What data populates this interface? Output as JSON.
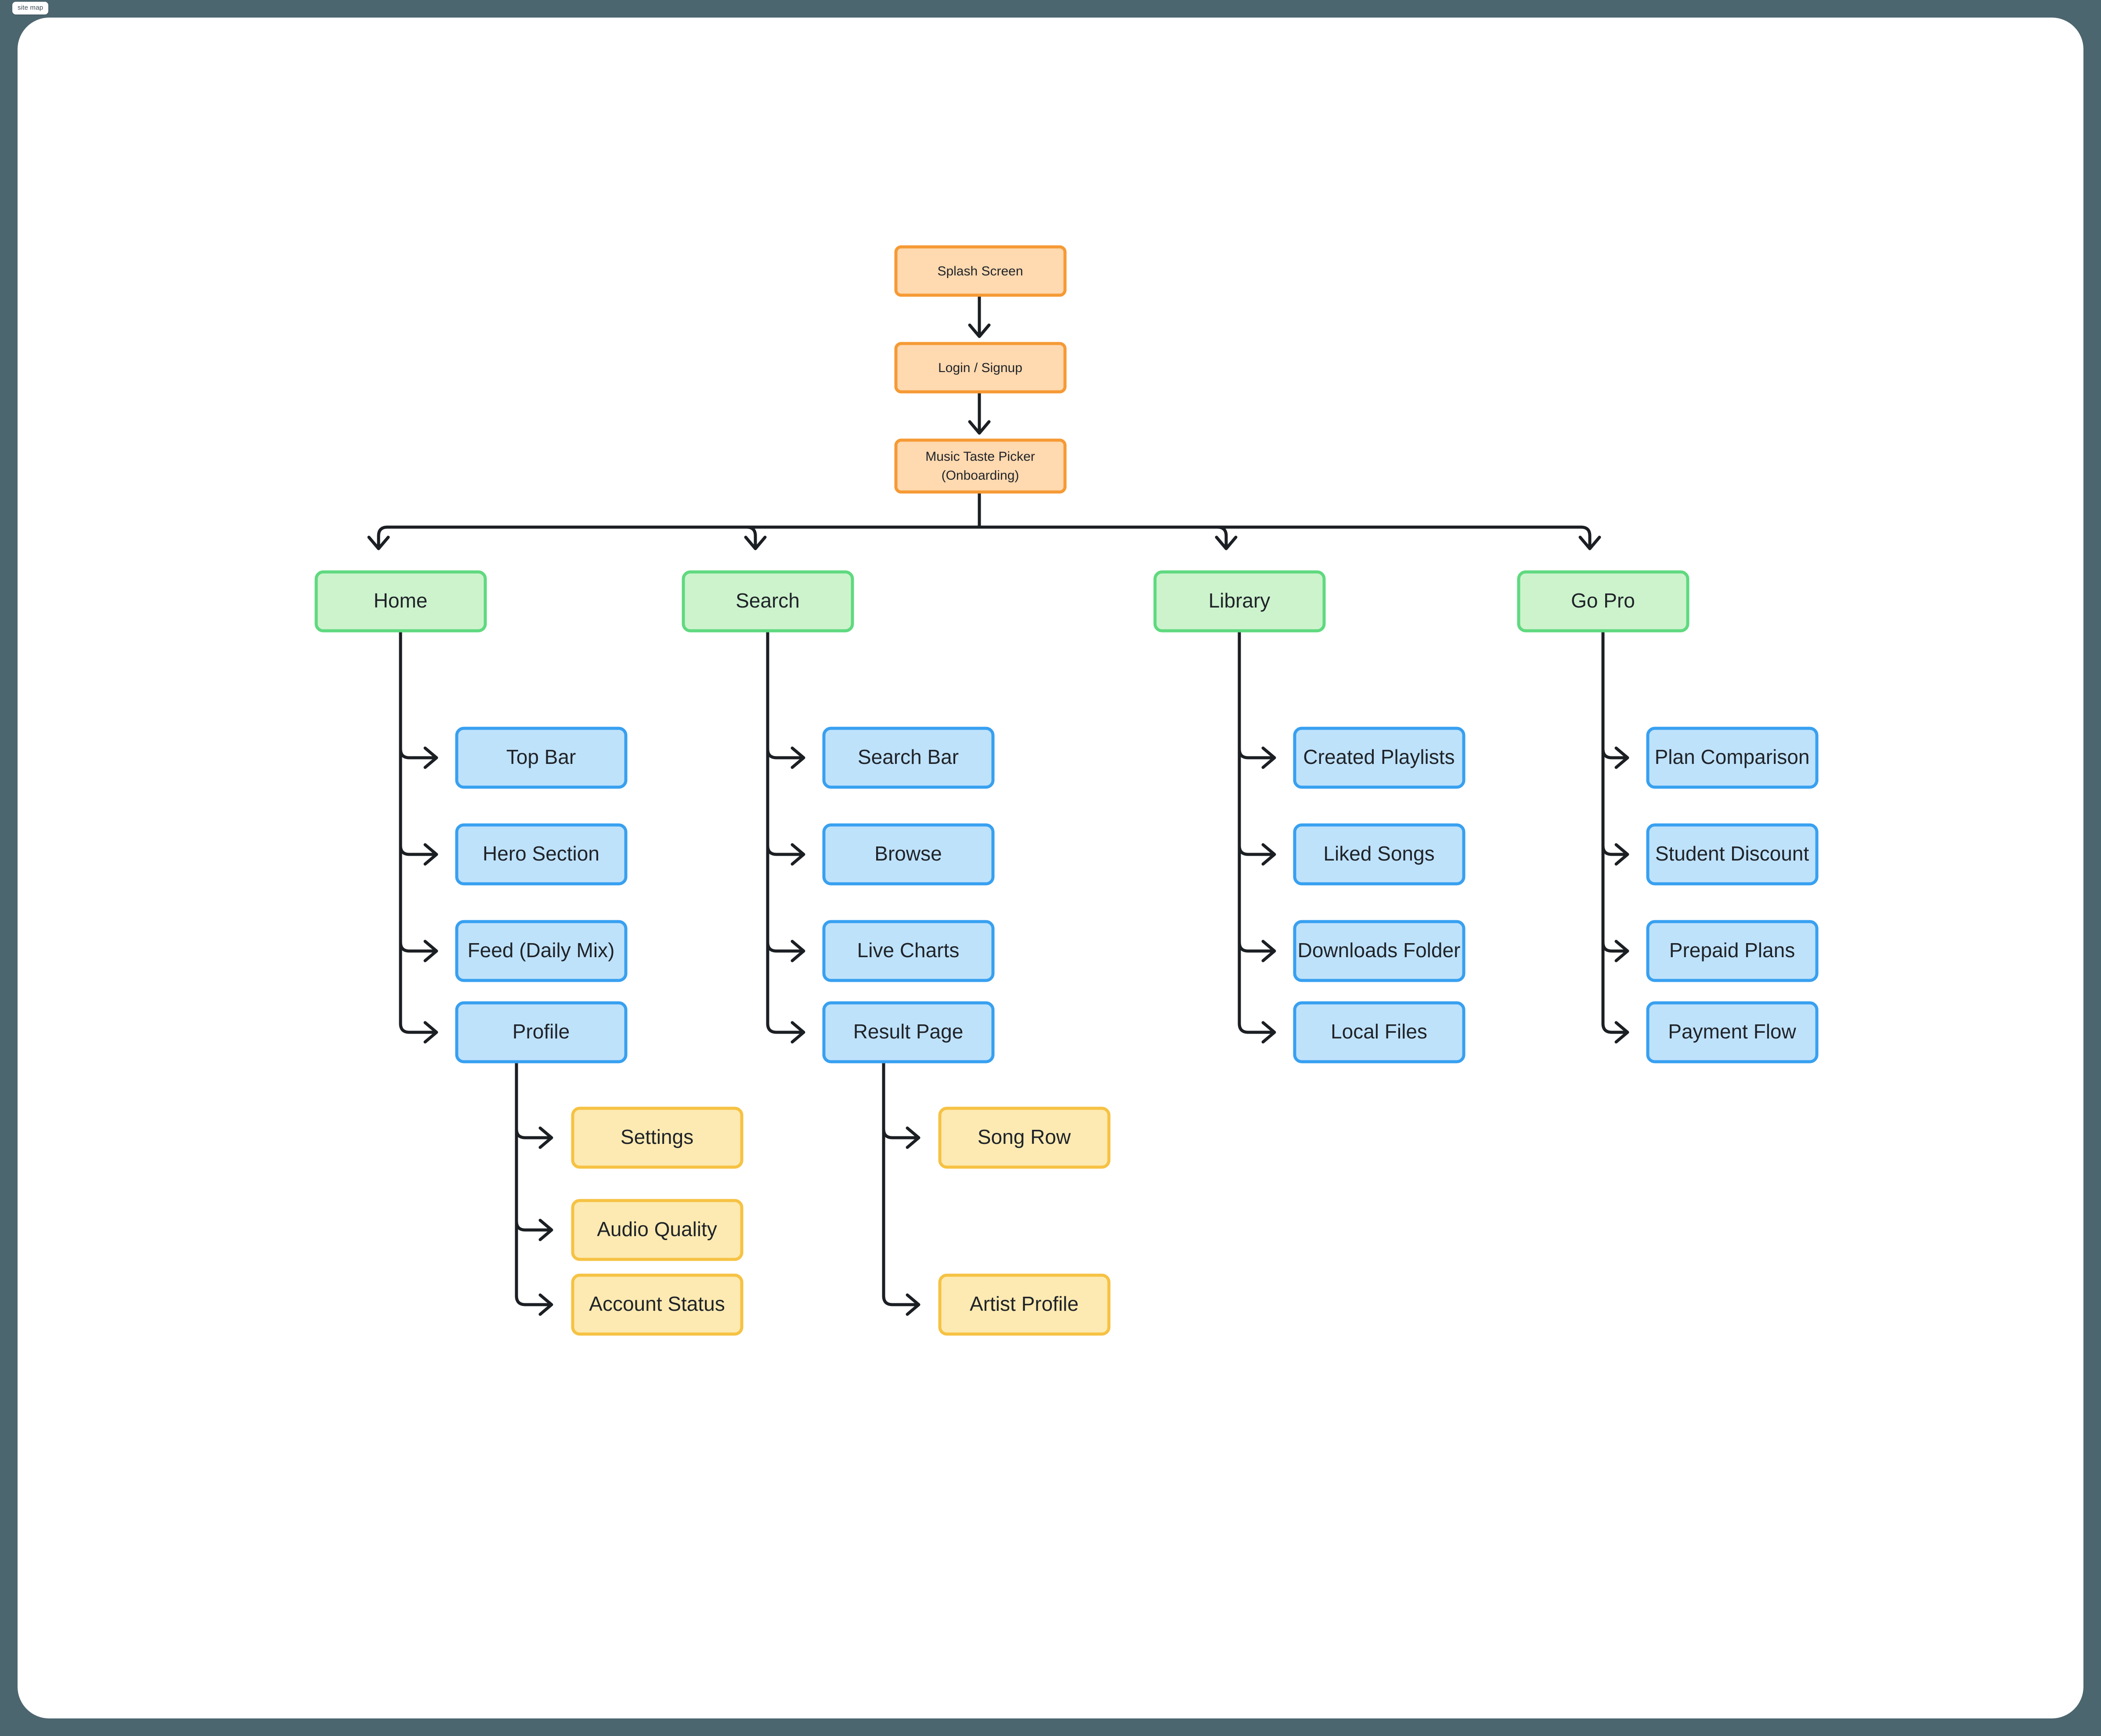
{
  "document": {
    "badge_label": "site map",
    "title": "site map"
  },
  "theme": {
    "page_background": "#4c666f",
    "canvas_background": "#ffffff",
    "edge_color": "#1b1f23",
    "text_color": "#1f2328",
    "orange_fill": "#ffd9b0",
    "orange_stroke": "#f59a35",
    "green_fill": "#cdf3cd",
    "green_stroke": "#5fd97f",
    "blue_fill": "#bfe2fb",
    "blue_stroke": "#38a0f0",
    "yellow_fill": "#fdeab2",
    "yellow_stroke": "#f6c243"
  },
  "nodes": {
    "flow_start": [
      {
        "id": "splash",
        "label": "Splash Screen",
        "type": "orange"
      },
      {
        "id": "login",
        "label": "Login / Signup",
        "type": "orange"
      },
      {
        "id": "onboarding",
        "label": "Music Taste Picker",
        "label2": "(Onboarding)",
        "type": "orange"
      }
    ],
    "sections": [
      {
        "id": "home",
        "label": "Home",
        "type": "green",
        "children": [
          {
            "id": "top-bar",
            "label": "Top Bar",
            "type": "blue"
          },
          {
            "id": "hero-section",
            "label": "Hero Section",
            "type": "blue"
          },
          {
            "id": "feed-daily-mix",
            "label": "Feed (Daily Mix)",
            "type": "blue"
          },
          {
            "id": "profile",
            "label": "Profile",
            "type": "blue",
            "children": [
              {
                "id": "settings",
                "label": "Settings",
                "type": "yellow"
              },
              {
                "id": "audio-quality",
                "label": "Audio Quality",
                "type": "yellow"
              },
              {
                "id": "account-status",
                "label": "Account Status",
                "type": "yellow"
              }
            ]
          }
        ]
      },
      {
        "id": "search",
        "label": "Search",
        "type": "green",
        "children": [
          {
            "id": "search-bar",
            "label": "Search Bar",
            "type": "blue"
          },
          {
            "id": "browse",
            "label": "Browse",
            "type": "blue"
          },
          {
            "id": "live-charts",
            "label": "Live Charts",
            "type": "blue"
          },
          {
            "id": "result-page",
            "label": "Result Page",
            "type": "blue",
            "children": [
              {
                "id": "song-row",
                "label": "Song Row",
                "type": "yellow"
              },
              {
                "id": "artist-profile",
                "label": "Artist Profile",
                "type": "yellow"
              }
            ]
          }
        ]
      },
      {
        "id": "library",
        "label": "Library",
        "type": "green",
        "children": [
          {
            "id": "created-playlists",
            "label": "Created Playlists",
            "type": "blue"
          },
          {
            "id": "liked-songs",
            "label": "Liked Songs",
            "type": "blue"
          },
          {
            "id": "downloads-folder",
            "label": "Downloads Folder",
            "type": "blue"
          },
          {
            "id": "local-files",
            "label": "Local Files",
            "type": "blue"
          }
        ]
      },
      {
        "id": "go-pro",
        "label": "Go Pro",
        "type": "green",
        "children": [
          {
            "id": "plan-comparison",
            "label": "Plan Comparison",
            "type": "blue"
          },
          {
            "id": "student-discount",
            "label": "Student Discount",
            "type": "blue"
          },
          {
            "id": "prepaid-plans",
            "label": "Prepaid Plans",
            "type": "blue"
          },
          {
            "id": "payment-flow",
            "label": "Payment Flow",
            "type": "blue"
          }
        ]
      }
    ]
  }
}
